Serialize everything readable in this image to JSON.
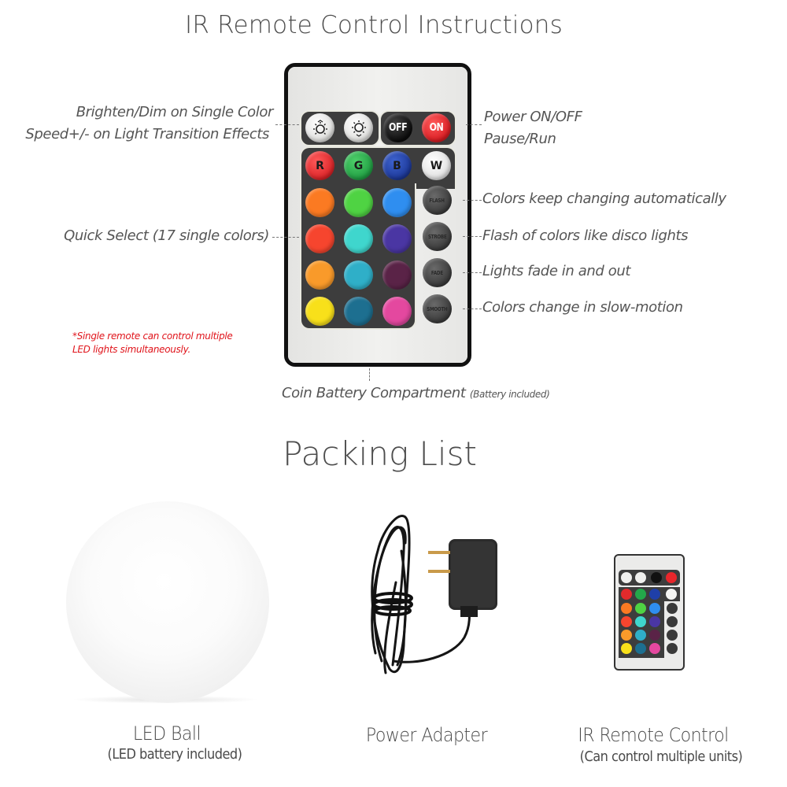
{
  "header": {
    "title": "IR Remote Control Instructions"
  },
  "remote": {
    "top_row": [
      {
        "id": "brighten",
        "icon": "sun-up-icon",
        "label": "",
        "color": "#f2f2f0"
      },
      {
        "id": "dim",
        "icon": "sun-down-icon",
        "label": "",
        "color": "#f2f2f0"
      },
      {
        "id": "off",
        "label": "OFF",
        "color": "#111111"
      },
      {
        "id": "on",
        "label": "ON",
        "color": "#e8262b"
      }
    ],
    "rgbw_row": [
      {
        "label": "R",
        "color": "#e22a2c"
      },
      {
        "label": "G",
        "color": "#23a84a"
      },
      {
        "label": "B",
        "color": "#1f3fa8"
      },
      {
        "label": "W",
        "color": "#f4f4f2"
      }
    ],
    "color_grid": [
      [
        "#fb7a22",
        "#4fd343",
        "#2f8ef0"
      ],
      [
        "#f6452e",
        "#3fd6cd",
        "#4a36a3"
      ],
      [
        "#f99a2a",
        "#2fafc8",
        "#5a2347"
      ],
      [
        "#f8e01a",
        "#1d6f90",
        "#e4489f"
      ]
    ],
    "mode_buttons": [
      {
        "label": "FLASH"
      },
      {
        "label": "STROBE"
      },
      {
        "label": "FADE"
      },
      {
        "label": "SMOOTH"
      }
    ]
  },
  "annotations": {
    "brighten_line1": "Brighten/Dim on Single Color",
    "brighten_line2": "Speed+/- on Light Transition Effects",
    "quick_select": "Quick Select (17 single colors)",
    "power_line1": "Power ON/OFF",
    "power_line2": "Pause/Run",
    "flash": "Colors keep changing automatically",
    "strobe": "Flash of colors like disco lights",
    "fade": "Lights fade in and out",
    "smooth": "Colors change in slow-motion",
    "battery": "Coin Battery Compartment",
    "battery_note": "(Battery included)"
  },
  "note": {
    "line1": "*Single remote can control multiple",
    "line2": "LED lights simultaneously.",
    "color": "#e0141b"
  },
  "packing": {
    "title": "Packing List",
    "items": [
      {
        "name": "LED Ball",
        "sub": "(LED battery included)",
        "icon": "led-ball-image"
      },
      {
        "name": "Power Adapter",
        "sub": "",
        "icon": "power-adapter-image"
      },
      {
        "name": "IR Remote Control",
        "sub": "(Can control multiple units)",
        "icon": "ir-remote-image"
      }
    ]
  }
}
